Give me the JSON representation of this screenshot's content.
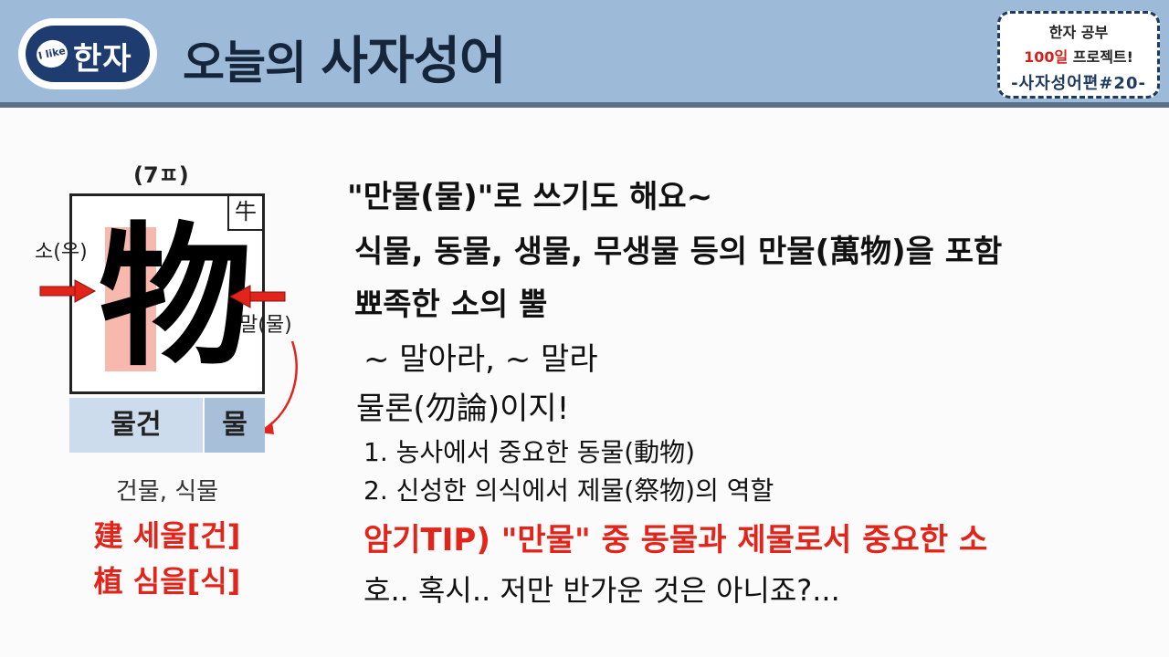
{
  "header": {
    "logo": {
      "ilike": "I like",
      "hanja": "한자"
    },
    "title_prefix": "오늘의",
    "title_main": "사자성어",
    "badge": {
      "line1": "한자 공부",
      "line2_accent": "100일",
      "line2_rest": " 프로젝트!",
      "line3": "-사자성어편#20-"
    }
  },
  "character": {
    "stroke_count": "(7ㅍ)",
    "glyph": "物",
    "radical": "牛",
    "label_left": "소(우)",
    "label_right": "말(물)",
    "meaning": "물건",
    "sound": "물",
    "examples": "건물, 식물",
    "hanja_lines": [
      {
        "hanja": "建",
        "reading": "세울[건]"
      },
      {
        "hanja": "植",
        "reading": "심을[식]"
      }
    ]
  },
  "explanation": {
    "line1": "\"만물(물)\"로 쓰기도 해요~",
    "line2": "식물, 동물, 생물, 무생물 등의 만물(萬物)을 포함",
    "line3": "뾰족한 소의 뿔",
    "line4": " ~ 말아라, ~ 말라",
    "line5": "물론(勿論)이지!",
    "line6": "1. 농사에서 중요한 동물(動物)",
    "line7": "2. 신성한 의식에서 제물(祭物)의 역할",
    "tip": "암기TIP) \"만물\" 중 동물과 제물로서 중요한 소",
    "line9": "호.. 혹시.. 저만 반가운 것은 아니죠?..."
  },
  "colors": {
    "header_bg": "#9ebad9",
    "header_border": "#5b6f86",
    "logo_navy": "#1f3c70",
    "accent_red": "#e3241b",
    "radical_highlight": "#f7b9ad",
    "meaning_bg": "#cddcec",
    "sound_bg": "#a7bfd9"
  },
  "icons": [
    "right-arrow-icon",
    "left-arrow-icon",
    "curved-arrow-icon"
  ]
}
